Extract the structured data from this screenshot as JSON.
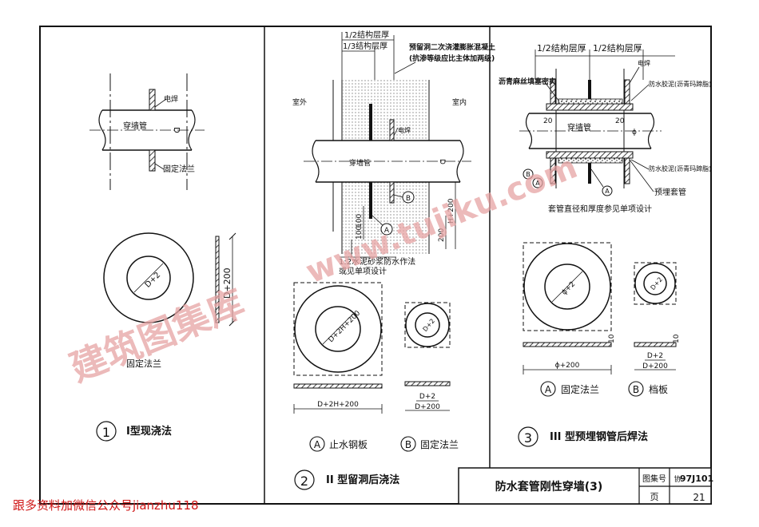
{
  "sheet": {
    "title": "防水套管刚性穿墙(3)",
    "atlas_label": "图集号",
    "atlas_no": "97J101",
    "atlas_prefix": "协",
    "page_label": "页",
    "page_no": "21"
  },
  "panel1": {
    "title_no": "1",
    "title": "I型现浇法",
    "pipe_label": "穿墙管",
    "weld_label": "电焊",
    "flange_label": "固定法兰",
    "diam_label": "D",
    "ring_inner": "D+2",
    "ring_outer": "D+200",
    "ring_caption": "固定法兰"
  },
  "panel2": {
    "title_no": "2",
    "title": "II 型留洞后浇法",
    "dim_half": "1/2结构层厚",
    "dim_third": "1/3结构层厚",
    "note_top_1": "预留洞二次浇灌膨胀混凝土",
    "note_top_2": "(抗渗等级应比主体加两级)",
    "outside": "室外",
    "inside": "室内",
    "weld_label": "电焊",
    "pipe_label": "穿墙管",
    "diam_label": "D",
    "dim_100a": "100",
    "dim_100b": "100",
    "dim_h200": "H+200",
    "dim_200": "200",
    "mark_a": "A",
    "mark_b": "B",
    "mortar_1": "1:2水泥砂浆防水作法",
    "mortar_2": "或见单项设计",
    "ring_a_inner": "D+2H+200",
    "ring_a_width": "D+2H+200",
    "ring_b_inner": "D+2",
    "ring_b_w1": "D+2",
    "ring_b_w2": "D+200",
    "cap_a": "止水钢板",
    "cap_b": "固定法兰"
  },
  "panel3": {
    "title_no": "3",
    "title": "III 型预埋钢管后焊法",
    "dim_half_l": "1/2结构层厚",
    "dim_half_r": "1/2结构层厚",
    "weld_label": "电焊",
    "asphalt": "沥青麻丝填塞密实",
    "caulk_top": "防水胶泥(沥青玛蹄脂)",
    "caulk_bottom": "防水胶泥(沥青玛蹄脂)",
    "pipe_label": "穿墙管",
    "dim_20a": "20",
    "dim_20b": "20",
    "phi": "ϕ",
    "casing": "预埋套管",
    "casing_note": "套管直径和厚度参见单项设计",
    "mark_a": "A",
    "mark_b": "B",
    "ring_a_inner": "ϕ+2",
    "ring_a_w": "ϕ+200",
    "ring_b_inner": "D+2",
    "ring_b_w1": "D+2",
    "ring_b_w2": "D+200",
    "thk_a": "10",
    "thk_b": "10",
    "cap_a": "固定法兰",
    "cap_b": "档板"
  },
  "watermark": {
    "text_cn": "建筑图集库",
    "text_url": "www.tujiku.com"
  },
  "footer": "跟多资料加微信公众号jianzhu118"
}
